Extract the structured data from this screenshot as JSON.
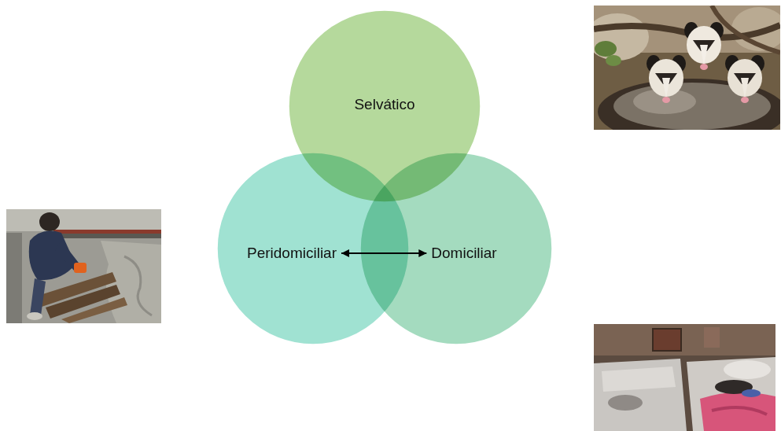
{
  "diagram": {
    "nodes": [
      {
        "text": [
          "Selvático"
        ]
      },
      {
        "text": [
          "Peridomiciliar"
        ]
      },
      {
        "text": [
          "Domiciliar"
        ]
      }
    ],
    "edges": [
      {
        "from": 1,
        "to": 2,
        "arrow": "both"
      }
    ]
  }
}
